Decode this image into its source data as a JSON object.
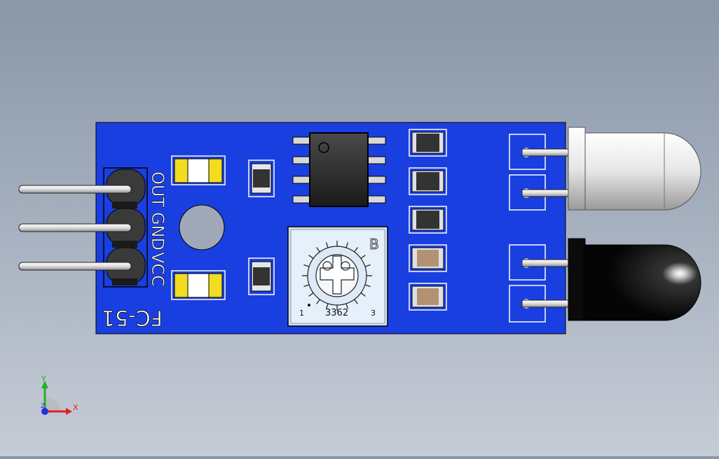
{
  "board": {
    "name": "FC-51",
    "pins": [
      "OUT",
      "GND",
      "VCC"
    ],
    "pcb_color": "#1a3fe0"
  },
  "potentiometer": {
    "model": "3362",
    "letter": "B",
    "pin_left": "1",
    "pin_right": "3"
  },
  "triad": {
    "x_label": "X",
    "y_label": "Y",
    "z_label": "Z"
  },
  "colors": {
    "background_top": "#8a97a8",
    "background_bottom": "#c6ccd6",
    "pcb": "#1a3fe0",
    "ir_led": "#e8e8e8",
    "ir_receiver": "#111111",
    "axis_x": "#e02020",
    "axis_y": "#20b020",
    "axis_z": "#2030e0"
  },
  "icons": [
    "ir-emitter-led-icon",
    "ir-receiver-icon",
    "potentiometer-icon",
    "chip-icon",
    "coordinate-triad-icon"
  ]
}
